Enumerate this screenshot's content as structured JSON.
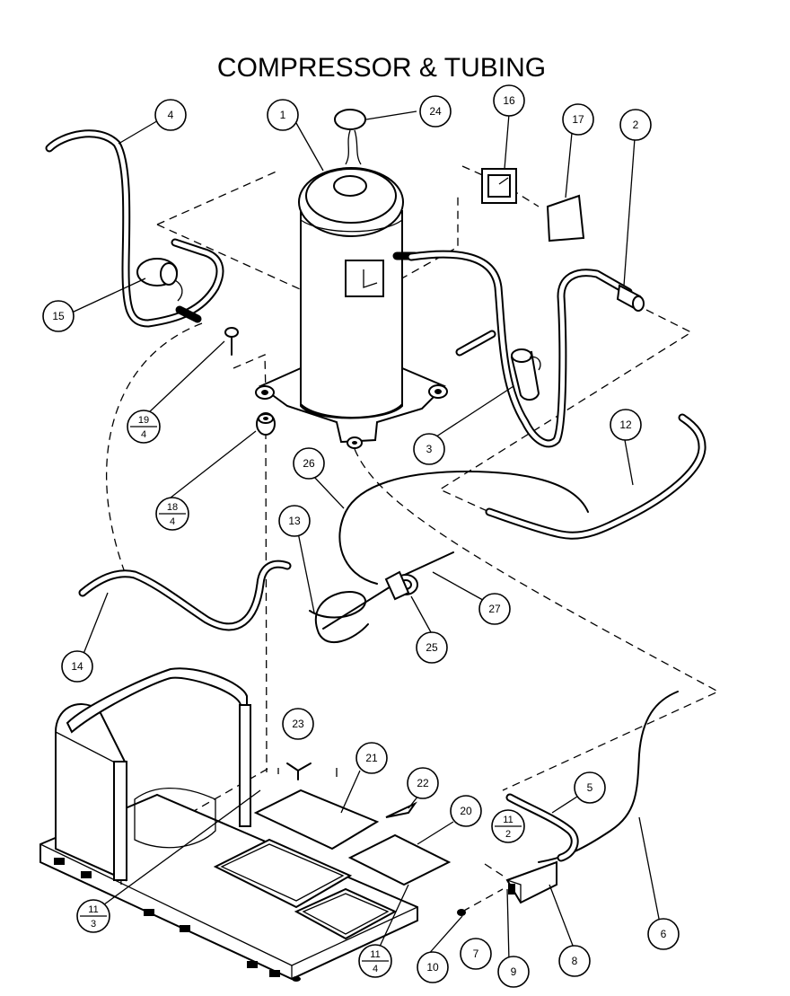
{
  "title": "COMPRESSOR & TUBING",
  "callouts": [
    {
      "id": "c1",
      "label": "1"
    },
    {
      "id": "c2",
      "label": "2"
    },
    {
      "id": "c3",
      "label": "3"
    },
    {
      "id": "c4",
      "label": "4"
    },
    {
      "id": "c5",
      "label": "5"
    },
    {
      "id": "c6",
      "label": "6"
    },
    {
      "id": "c7",
      "label": "7"
    },
    {
      "id": "c8",
      "label": "8"
    },
    {
      "id": "c9",
      "label": "9"
    },
    {
      "id": "c10",
      "label": "10"
    },
    {
      "id": "c12",
      "label": "12"
    },
    {
      "id": "c13",
      "label": "13"
    },
    {
      "id": "c14",
      "label": "14"
    },
    {
      "id": "c15",
      "label": "15"
    },
    {
      "id": "c16",
      "label": "16"
    },
    {
      "id": "c17",
      "label": "17"
    },
    {
      "id": "c20",
      "label": "20"
    },
    {
      "id": "c21",
      "label": "21"
    },
    {
      "id": "c22",
      "label": "22"
    },
    {
      "id": "c23",
      "label": "23"
    },
    {
      "id": "c24",
      "label": "24"
    },
    {
      "id": "c25",
      "label": "25"
    },
    {
      "id": "c26",
      "label": "26"
    },
    {
      "id": "c27",
      "label": "27"
    }
  ],
  "fraction_callouts": [
    {
      "id": "f19",
      "top": "19",
      "bottom": "4"
    },
    {
      "id": "f18",
      "top": "18",
      "bottom": "4"
    },
    {
      "id": "f11a",
      "top": "11",
      "bottom": "2"
    },
    {
      "id": "f11b",
      "top": "11",
      "bottom": "3"
    },
    {
      "id": "f11c",
      "top": "11",
      "bottom": "4"
    }
  ]
}
